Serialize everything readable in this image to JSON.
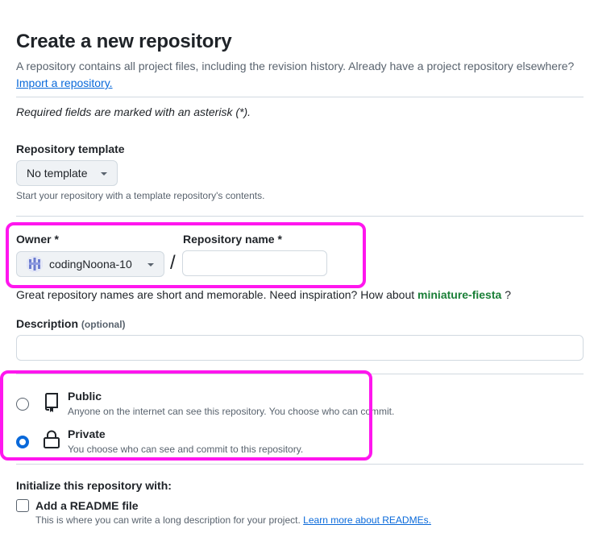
{
  "header": {
    "title": "Create a new repository",
    "intro_text": "A repository contains all project files, including the revision history. Already have a project repository elsewhere?",
    "import_link": "Import a repository."
  },
  "required_note": "Required fields are marked with an asterisk (*).",
  "template": {
    "label": "Repository template",
    "selected": "No template",
    "hint": "Start your repository with a template repository's contents."
  },
  "owner": {
    "label": "Owner *",
    "selected": "codingNoona-10"
  },
  "repo_name": {
    "label": "Repository name *",
    "value": "",
    "separator": "/"
  },
  "name_hint": {
    "text": "Great repository names are short and memorable. Need inspiration? How about",
    "suggestion": "miniature-fiesta",
    "end": "?"
  },
  "description": {
    "label": "Description",
    "optional": "(optional)",
    "value": ""
  },
  "visibility": {
    "public": {
      "title": "Public",
      "desc": "Anyone on the internet can see this repository. You choose who can commit.",
      "checked": false
    },
    "private": {
      "title": "Private",
      "desc": "You choose who can see and commit to this repository.",
      "checked": true
    }
  },
  "initialize": {
    "heading": "Initialize this repository with:",
    "readme_label": "Add a README file",
    "readme_hint": "This is where you can write a long description for your project.",
    "readme_link": "Learn more about READMEs."
  },
  "colors": {
    "highlight": "#ff16ee",
    "link": "#0969da",
    "suggestion": "#1a7f37"
  }
}
